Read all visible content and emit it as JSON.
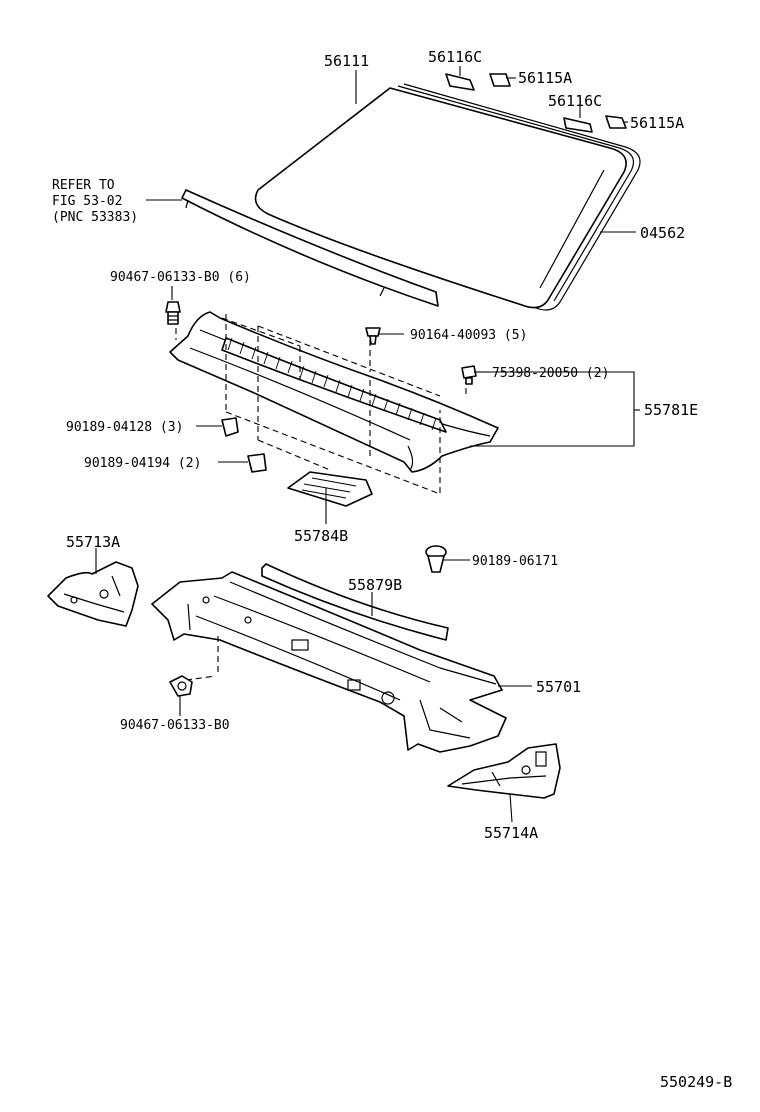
{
  "diagram_code": "550249-B",
  "refer_note": [
    "REFER TO",
    "FIG 53-02",
    "(PNC 53383)"
  ],
  "labels": {
    "windshield": "56111",
    "stopper_top_1": "56116C",
    "stopper_top_2": "56116C",
    "spacer_1": "56115A",
    "spacer_2": "56115A",
    "dam": "04562",
    "bolt_cowl": "90467-06133-B0 (6)",
    "screw_top": "90164-40093 (5)",
    "clip_right": "75398-20050 (2)",
    "cowl_louver": "55781E",
    "nut_3": "90189-04128 (3)",
    "nut_2": "90189-04194 (2)",
    "cowl_grille_sub": "55784B",
    "side_panel_left": "55713A",
    "grommet": "90189-06171",
    "seal": "55879B",
    "cowl_panel": "55701",
    "bolt_lower": "90467-06133-B0",
    "side_panel_right": "55714A"
  }
}
